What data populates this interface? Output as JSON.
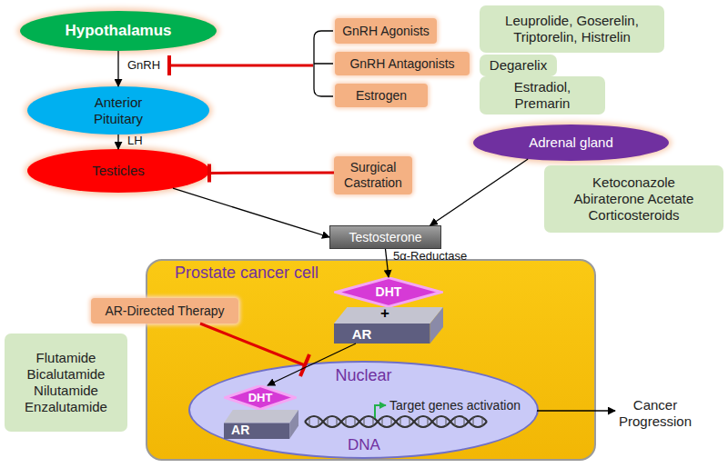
{
  "diagram": {
    "nodes": [
      {
        "text": [
          "Hypothalamus"
        ]
      },
      {
        "text": [
          "GnRH Agonists"
        ]
      },
      {
        "text": [
          "Leuprolide, Goserelin, Triptorelin, Histrelin"
        ]
      },
      {
        "text": [
          "GnRH Antagonists"
        ]
      },
      {
        "text": [
          "Degarelix"
        ]
      },
      {
        "text": [
          "Estrogen"
        ]
      },
      {
        "text": [
          "Estradiol, Premarin"
        ]
      },
      {
        "text": [
          "Anterior Pituitary"
        ]
      },
      {
        "text": [
          "Testicles"
        ]
      },
      {
        "text": [
          "Surgical Castration"
        ]
      },
      {
        "text": [
          "Adrenal gland"
        ]
      },
      {
        "text": [
          "Ketoconazole Abiraterone Acetate Corticosteroids"
        ]
      },
      {
        "text": [
          "Testosterone"
        ]
      },
      {
        "text": [
          "Prostate cancer cell"
        ]
      },
      {
        "text": [
          "DHT"
        ],
        "in": 13
      },
      {
        "text": [
          "AR"
        ],
        "in": 13
      },
      {
        "text": [
          "AR-Directed Therapy"
        ]
      },
      {
        "text": [
          "Flutamide Bicalutamide Nilutamide Enzalutamide"
        ]
      },
      {
        "text": [
          "Nuclear"
        ],
        "in": 13
      },
      {
        "text": [
          "DHT"
        ],
        "in": 18
      },
      {
        "text": [
          "AR"
        ],
        "in": 18
      }
    ],
    "edges": [
      {
        "from": 0,
        "to": 7,
        "label": "GnRH",
        "arrow": "to"
      },
      {
        "from": 7,
        "to": 8,
        "label": "LH",
        "arrow": "to"
      },
      {
        "from": 8,
        "to": 12,
        "arrow": "to"
      },
      {
        "from": 10,
        "to": 12,
        "arrow": "to"
      },
      {
        "from": 12,
        "to": 14,
        "label": "5α-Reductase",
        "arrow": "to"
      },
      {
        "from": 15,
        "to": 19,
        "arrow": "to"
      },
      {
        "from": 9,
        "to": 8,
        "arrow": "to"
      }
    ],
    "labels": [
      "+",
      "DNA",
      "Target genes activation",
      "Cancer Progression"
    ]
  }
}
